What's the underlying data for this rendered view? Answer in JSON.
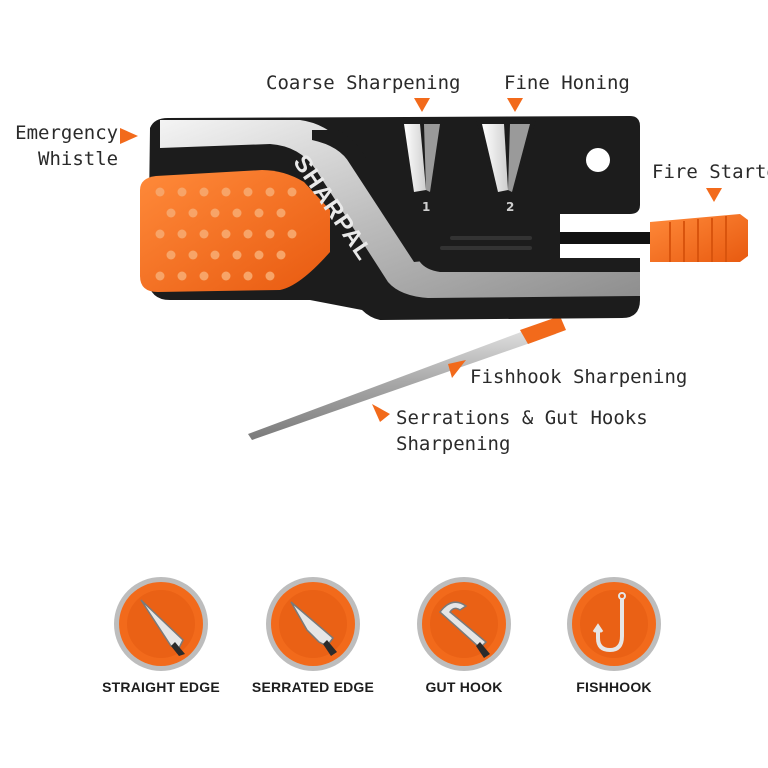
{
  "brand": "SHARPAL",
  "slot_numbers": [
    "1",
    "2"
  ],
  "callouts": {
    "coarse": "Coarse Sharpening",
    "fine": "Fine Honing",
    "whistle_line1": "Emergency",
    "whistle_line2": "Whistle",
    "fire": "Fire Starter",
    "fishhook": "Fishhook Sharpening",
    "serrations_line1": "Serrations & Gut Hooks",
    "serrations_line2": "Sharpening"
  },
  "badges": [
    {
      "label": "STRAIGHT EDGE",
      "icon": "straight-edge-knife-icon"
    },
    {
      "label": "SERRATED EDGE",
      "icon": "serrated-edge-knife-icon"
    },
    {
      "label": "GUT HOOK",
      "icon": "gut-hook-knife-icon"
    },
    {
      "label": "FISHHOOK",
      "icon": "fishhook-icon"
    }
  ],
  "colors": {
    "accent": "#f26a1b",
    "body": "#1c1c1c",
    "text": "#2a2a2a"
  }
}
